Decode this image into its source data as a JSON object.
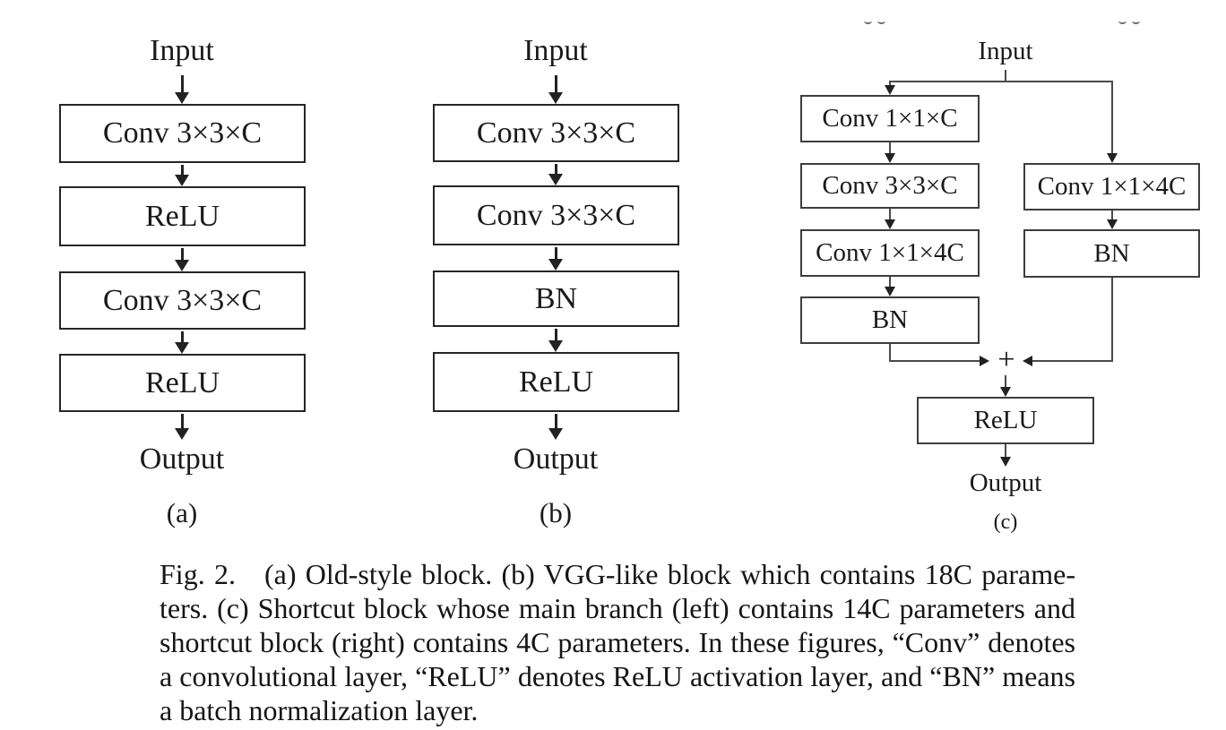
{
  "figure": {
    "panel_a": {
      "input_label": "Input",
      "blocks": [
        "Conv 3×3×C",
        "ReLU",
        "Conv 3×3×C",
        "ReLU"
      ],
      "output_label": "Output",
      "panel_tag": "(a)"
    },
    "panel_b": {
      "input_label": "Input",
      "blocks": [
        "Conv 3×3×C",
        "Conv 3×3×C",
        "BN",
        "ReLU"
      ],
      "output_label": "Output",
      "panel_tag": "(b)"
    },
    "panel_c": {
      "input_label": "Input",
      "main_branch_blocks": [
        "Conv 1×1×C",
        "Conv 3×3×C",
        "Conv 1×1×4C",
        "BN"
      ],
      "shortcut_branch_blocks": [
        "Conv 1×1×4C",
        "BN"
      ],
      "merge_operator": "+",
      "post_merge_block": "ReLU",
      "output_label": "Output",
      "panel_tag": "(c)"
    },
    "caption": {
      "line1": "Fig. 2. (a) Old-style block. (b) VGG-like block which contains 18C parame-",
      "line2": "ters. (c) Shortcut block whose main branch (left) contains 14C parameters and",
      "line3": "shortcut block (right) contains 4C parameters. In these figures, “Conv” denotes",
      "line4": "a convolutional layer, “ReLU” denotes ReLU activation layer, and “BN” means",
      "line5": "a batch normalization layer."
    },
    "colors": {
      "background": "#ffffff",
      "ink": "#1a1a1a",
      "diagram_line": "#222222",
      "shortcut_line": "#4a4a4a",
      "box_border": "#2a2a2a"
    }
  }
}
